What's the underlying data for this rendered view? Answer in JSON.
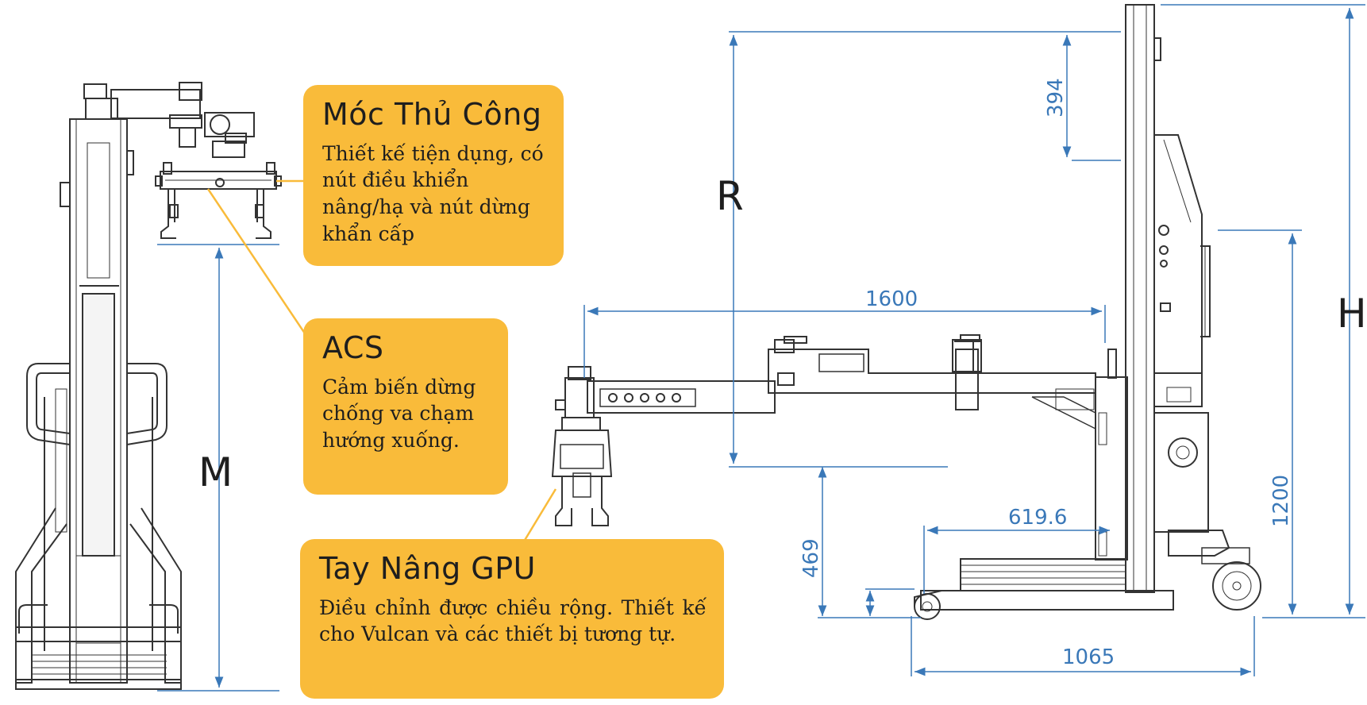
{
  "callouts": {
    "hook": {
      "title": "Móc Thủ Công",
      "text": "Thiết kế tiện dụng, có nút điều khiển nâng/hạ và nút dừng khẩn cấp"
    },
    "acs": {
      "title": "ACS",
      "text": "Cảm biến dừng chống va chạm hướng xuống."
    },
    "lift": {
      "title": "Tay Nâng GPU",
      "text": "Điều chỉnh được chiều rộng. Thiết kế cho Vulcan và các thiết bị tương tự."
    }
  },
  "dimensions": {
    "d394": "394",
    "d1600": "1600",
    "d619": "619.6",
    "d469": "469",
    "d1200": "1200",
    "d1065": "1065",
    "R": "R",
    "H": "H",
    "M": "M"
  },
  "colors": {
    "callout": "#f9bb3a",
    "dimension": "#3a78b8",
    "machine": "#333333",
    "leader": "#f9bb3a"
  }
}
